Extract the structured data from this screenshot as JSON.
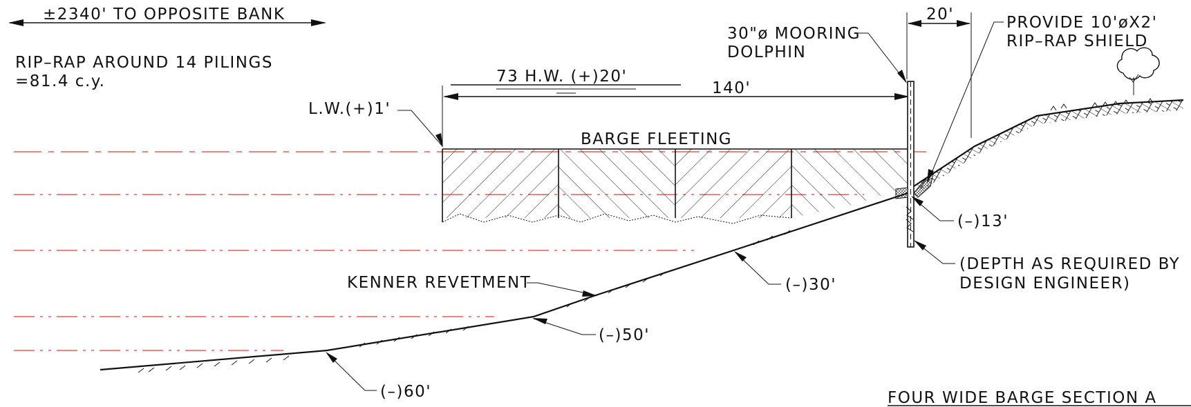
{
  "labels": {
    "opposite_bank": "±2340' TO OPPOSITE BANK",
    "riprap_line1": "RIP–RAP AROUND 14 PILINGS",
    "riprap_line2": "=81.4 c.y.",
    "hw": "73 H.W. (+)20'",
    "lw": "L.W.(+)1'",
    "dim_140": "140'",
    "barge_fleeting": "BARGE FLEETING",
    "mooring_line1": "30\"ø MOORING",
    "mooring_line2": "DOLPHIN",
    "dim_20": "20'",
    "shield_line1": "PROVIDE 10'øX2'",
    "shield_line2": "RIP–RAP SHIELD",
    "depth_13": "(–)13'",
    "depth_note_line1": "(DEPTH AS REQUIRED BY",
    "depth_note_line2": "DESIGN ENGINEER)",
    "kenner": "KENNER REVETMENT",
    "depth_30": "(–)30'",
    "depth_50": "(–)50'",
    "depth_60": "(–)60'",
    "section_title": "FOUR WIDE BARGE SECTION A"
  },
  "colors": {
    "ink": "#111111",
    "water_line": "#e53935"
  }
}
